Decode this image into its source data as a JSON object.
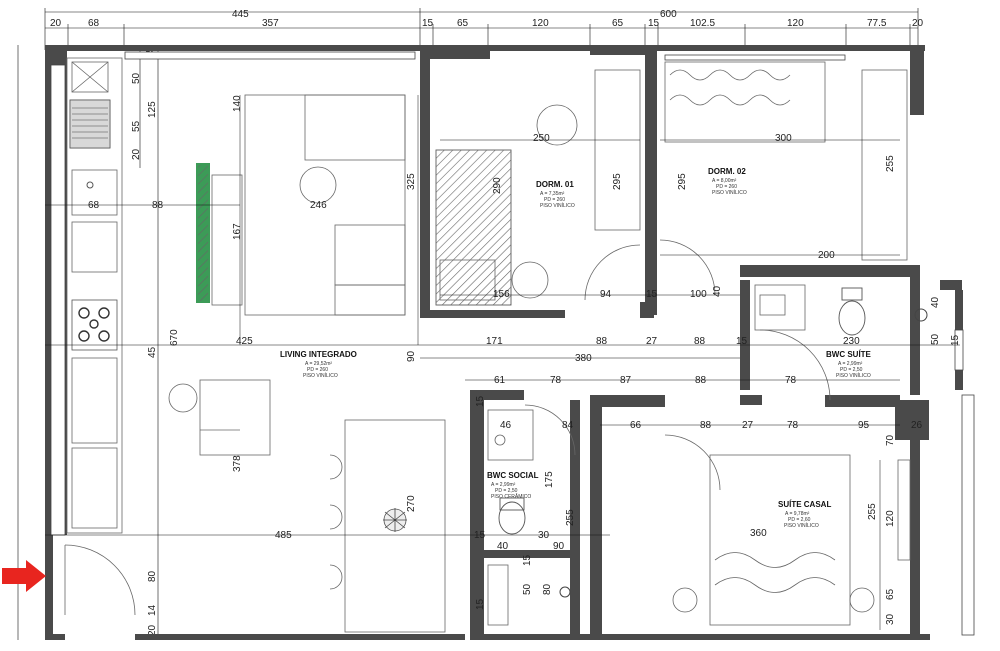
{
  "rooms": {
    "living": {
      "name": "LIVING INTEGRADO",
      "area": "A = 29,52m²",
      "pd": "PD = 260",
      "floor": "PISO VINÍLICO"
    },
    "dorm1": {
      "name": "DORM. 01",
      "area": "A = 7,35m²",
      "pd": "PD = 260",
      "floor": "PISO VINÍLICO"
    },
    "dorm2": {
      "name": "DORM. 02",
      "area": "A = 8,00m²",
      "pd": "PD = 260",
      "floor": "PISO VINÍLICO"
    },
    "bwc_suite": {
      "name": "BWC SUÍTE",
      "area": "A = 2,99m²",
      "pd": "PD = 2,50",
      "floor": "PISO VINÍLICO"
    },
    "bwc_social": {
      "name": "BWC SOCIAL",
      "area": "A = 2,99m²",
      "pd": "PD = 2,50",
      "floor": "PISO CERÂMICO"
    },
    "suite": {
      "name": "SUÍTE CASAL",
      "area": "A = 9,78m²",
      "pd": "PD = 2,60",
      "floor": "PISO VINÍLICO"
    }
  },
  "top_overall": {
    "left": "445",
    "right": "600"
  },
  "top_dims": [
    "20",
    "68",
    "357",
    "15",
    "65",
    "120",
    "65",
    "15",
    "102.5",
    "120",
    "77.5",
    "20"
  ],
  "left_dims": [
    "15",
    "50",
    "125",
    "55",
    "20",
    "20",
    "670",
    "45",
    "80",
    "20",
    "14"
  ],
  "interior_dims": [
    "140",
    "246",
    "325",
    "167",
    "68",
    "88",
    "425",
    "90",
    "378",
    "485",
    "270",
    "250",
    "290",
    "295",
    "156",
    "94",
    "15",
    "300",
    "295",
    "255",
    "200",
    "100",
    "40",
    "230",
    "40",
    "50",
    "15",
    "171",
    "88",
    "27",
    "88",
    "15",
    "380",
    "61",
    "78",
    "87",
    "88",
    "78",
    "15",
    "46",
    "84",
    "66",
    "88",
    "27",
    "78",
    "95",
    "70",
    "26",
    "175",
    "255",
    "15",
    "40",
    "30",
    "90",
    "15",
    "50",
    "80",
    "360",
    "255",
    "120",
    "65",
    "30",
    "15"
  ],
  "colors": {
    "wall": "#4a4a4a",
    "entry_arrow": "#e8251f",
    "bed_hatch": "#666666",
    "tv_panel": "#1a8a3a"
  },
  "icons": [
    "entry-arrow-icon",
    "sink-icon",
    "stove-icon",
    "toilet-icon",
    "shower-drain-icon",
    "plant-icon"
  ]
}
